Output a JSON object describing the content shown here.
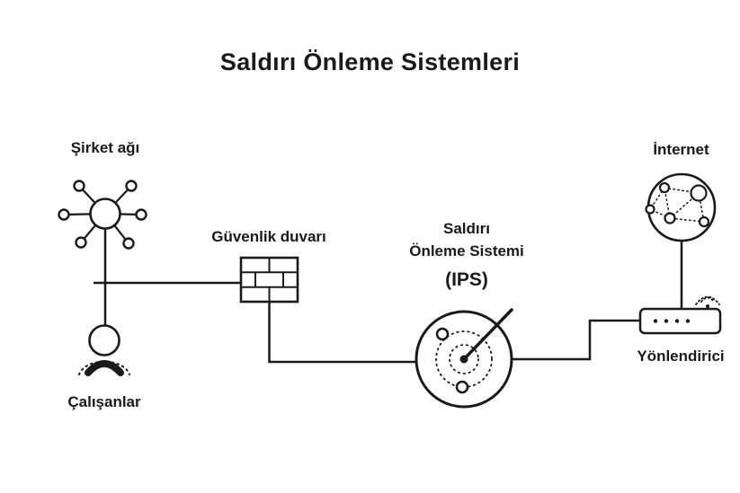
{
  "title": "Saldırı Önleme Sistemleri",
  "nodes": {
    "company_network": {
      "label": "Şirket ağı"
    },
    "employees": {
      "label": "Çalışanlar"
    },
    "firewall": {
      "label": "Güvenlik duvarı"
    },
    "ips": {
      "label_line1": "Saldırı",
      "label_line2": "Önleme Sistemi",
      "label_acronym": "(IPS)"
    },
    "internet": {
      "label": "İnternet"
    },
    "router": {
      "label": "Yönlendirici"
    }
  },
  "icons": {
    "company_network": "network-hub-icon",
    "employees": "person-icon",
    "firewall": "brick-wall-icon",
    "ips": "radar-gauge-icon",
    "internet": "globe-network-icon",
    "router": "router-icon",
    "router_signal": "wifi-signal-icon"
  },
  "colors": {
    "ink": "#1a1a1a",
    "background": "#ffffff"
  }
}
